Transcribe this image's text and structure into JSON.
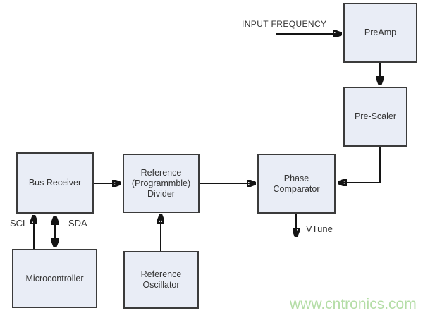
{
  "blocks": {
    "preamp": {
      "label": "PreAmp"
    },
    "prescaler": {
      "label": "Pre-Scaler"
    },
    "phase_comparator": {
      "label": "Phase\nComparator"
    },
    "reference_divider": {
      "label": "Reference\n(Programmble)\nDivider"
    },
    "bus_receiver": {
      "label": "Bus Receiver"
    },
    "microcontroller": {
      "label": "Microcontroller"
    },
    "reference_oscillator": {
      "label": "Reference\nOscillator"
    }
  },
  "labels": {
    "input_frequency": "INPUT FREQUENCY",
    "scl": "SCL",
    "sda": "SDA",
    "vtune": "VTune"
  },
  "watermark": {
    "text": "www.cntronics.com",
    "color": "#b4dda6"
  },
  "colors": {
    "box_fill": "#e9edf6",
    "box_border": "#3b3b3b",
    "line": "#141414",
    "text": "#333333",
    "background": "#ffffff"
  }
}
